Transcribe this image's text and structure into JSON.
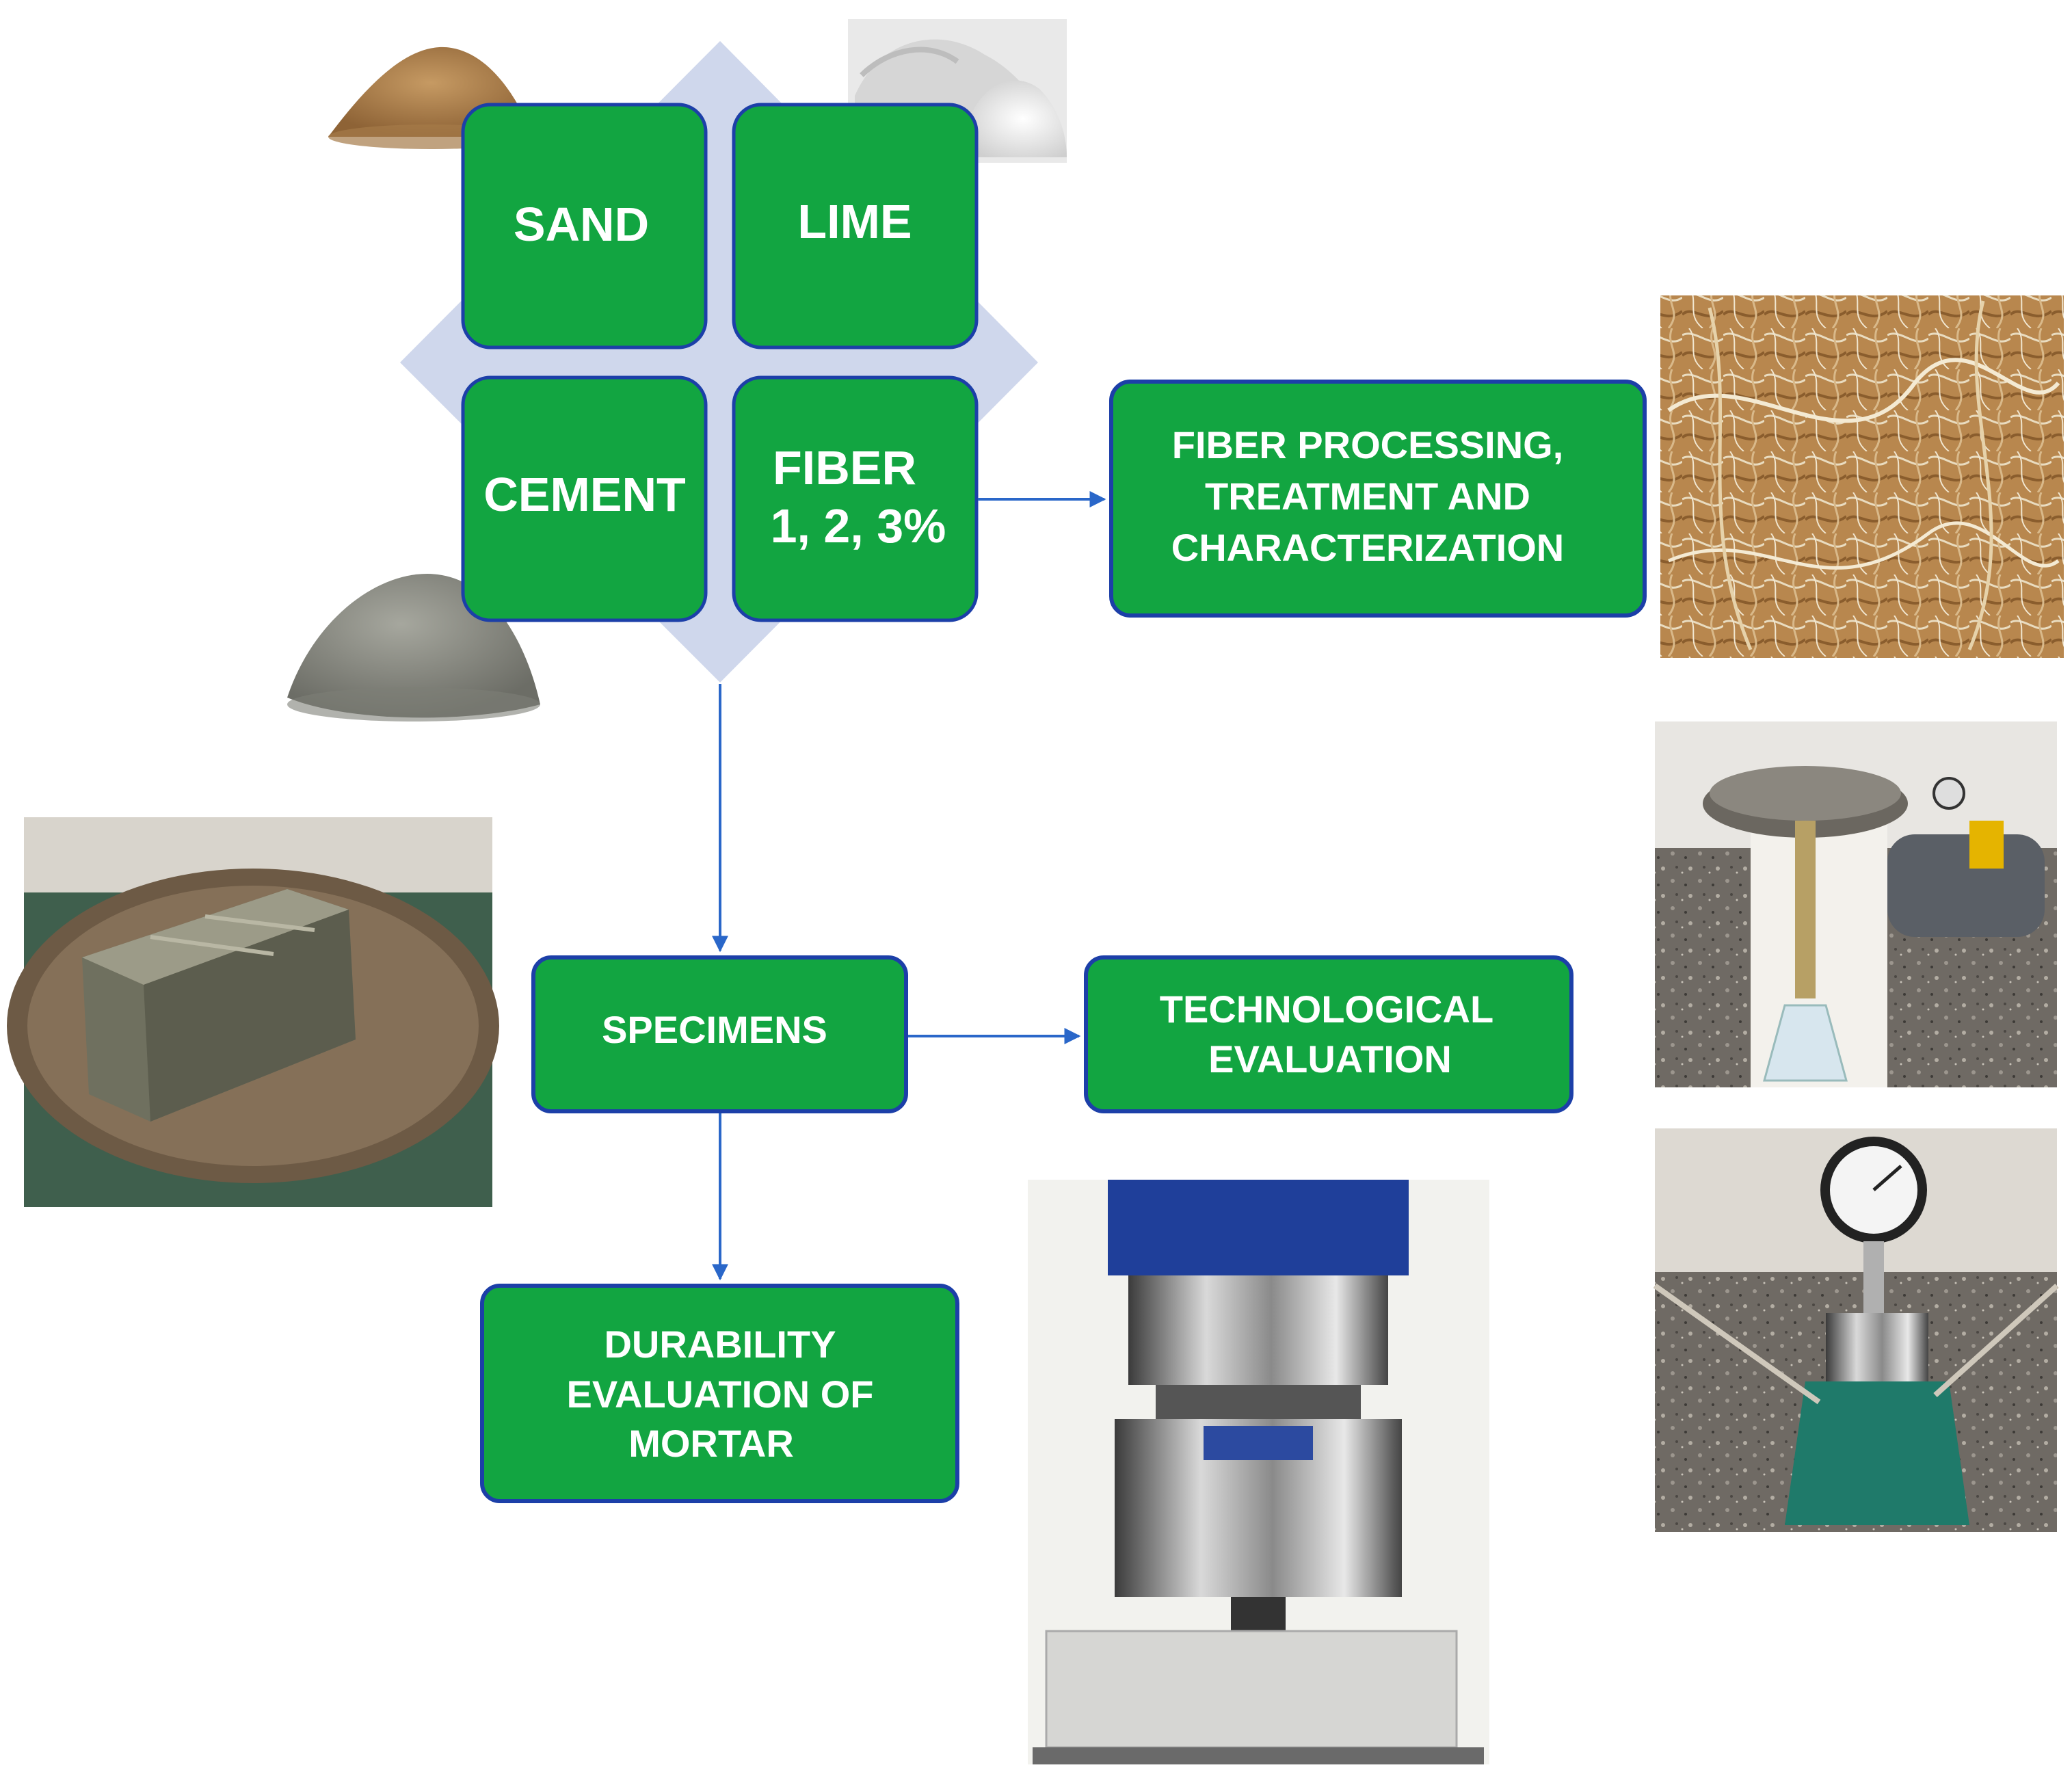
{
  "diagram": {
    "colors": {
      "box_fill": "#12a541",
      "box_border": "#1c3fa8",
      "diamond_fill": "#cfd7ec",
      "arrow": "#2a67c9",
      "text": "#ffffff"
    },
    "materials": {
      "sand": "SAND",
      "lime": "LIME",
      "cement": "CEMENT",
      "fiber_line1": "FIBER",
      "fiber_line2": "1, 2, 3%"
    },
    "fiber_processing": {
      "line1": "FIBER PROCESSING,",
      "line2": "TREATMENT AND",
      "line3": "CHARACTERIZATION"
    },
    "specimens": "SPECIMENS",
    "technological": {
      "line1": "TECHNOLOGICAL",
      "line2": "EVALUATION"
    },
    "durability": {
      "line1": "DURABILITY",
      "line2": "EVALUATION OF",
      "line3": "MORTAR"
    },
    "photos": [
      {
        "name": "sand-pile-photo",
        "desc_icon": "sand-pile"
      },
      {
        "name": "lime-powder-photo",
        "desc_icon": "lime-powder"
      },
      {
        "name": "cement-pile-photo",
        "desc_icon": "cement-pile"
      },
      {
        "name": "fiber-bundle-photo",
        "desc_icon": "fiber-bundle"
      },
      {
        "name": "mortar-specimen-photo",
        "desc_icon": "mortar-block"
      },
      {
        "name": "vacuum-apparatus-photo",
        "desc_icon": "vacuum-apparatus"
      },
      {
        "name": "air-content-meter-photo",
        "desc_icon": "air-meter"
      },
      {
        "name": "compression-press-photo",
        "desc_icon": "press"
      }
    ]
  }
}
